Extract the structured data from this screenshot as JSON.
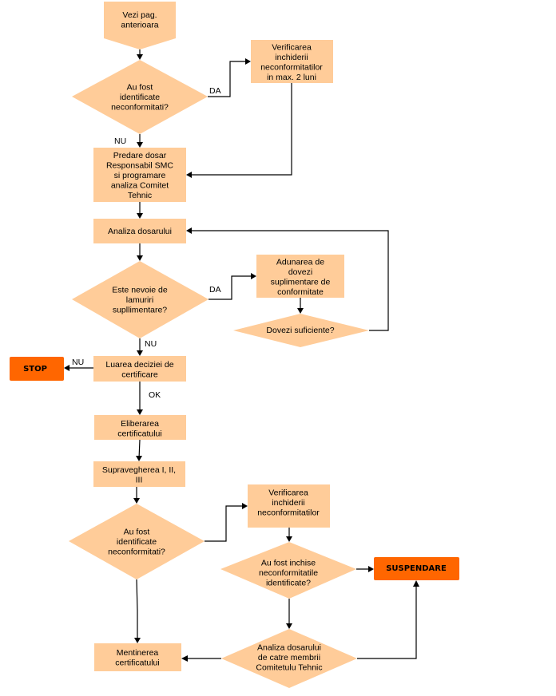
{
  "colors": {
    "process_fill": "#FFCC99",
    "terminal_fill": "#FF6600",
    "line": "#000000"
  },
  "nodes": {
    "start": {
      "type": "off-page-connector",
      "lines": [
        "Vezi pag.",
        "anterioara"
      ]
    },
    "q1": {
      "type": "decision",
      "lines": [
        "Au fost",
        "identificate",
        "neconformitati?"
      ]
    },
    "verif1": {
      "type": "process",
      "lines": [
        "Verificarea",
        "inchiderii",
        "neconformitatilor",
        "in max. 2 luni"
      ]
    },
    "predare": {
      "type": "process",
      "lines": [
        "Predare dosar",
        "Responsabil SMC",
        "si programare",
        "analiza Comitet",
        "Tehnic"
      ]
    },
    "analiza": {
      "type": "process",
      "lines": [
        "Analiza dosarului"
      ]
    },
    "q2": {
      "type": "decision",
      "lines": [
        "Este nevoie de",
        "lamuriri",
        "supllimentare?"
      ]
    },
    "adunare": {
      "type": "process",
      "lines": [
        "Adunarea de",
        "dovezi",
        "suplimentare de",
        "conformitate"
      ]
    },
    "q_dovezi": {
      "type": "decision",
      "lines": [
        "Dovezi suficiente?"
      ]
    },
    "decizie": {
      "type": "process",
      "lines": [
        "Luarea deciziei de",
        "certificare"
      ]
    },
    "stop": {
      "type": "terminal",
      "lines": [
        "STOP"
      ]
    },
    "eliberare": {
      "type": "process",
      "lines": [
        "Eliberarea",
        "certificatului"
      ]
    },
    "supraveghere": {
      "type": "process",
      "lines": [
        "Supravegherea I, II,",
        "III"
      ]
    },
    "q3": {
      "type": "decision",
      "lines": [
        "Au fost",
        "identificate",
        "neconformitati?"
      ]
    },
    "verif2": {
      "type": "process",
      "lines": [
        "Verificarea",
        "inchiderii",
        "neconformitatilor"
      ]
    },
    "q4": {
      "type": "decision",
      "lines": [
        "Au fost inchise",
        "neconformitatile",
        "identificate?"
      ]
    },
    "suspendare": {
      "type": "terminal",
      "lines": [
        "SUSPENDARE"
      ]
    },
    "q5": {
      "type": "decision",
      "lines": [
        "Analiza dosarului",
        "de catre membrii",
        "Comitetulu Tehnic"
      ]
    },
    "mentinere": {
      "type": "process",
      "lines": [
        "Mentinerea",
        "certificatului"
      ]
    }
  },
  "edge_labels": {
    "q1_da": "DA",
    "q1_nu": "NU",
    "q2_da": "DA",
    "q2_nu": "NU",
    "decizie_nu": "NU",
    "decizie_ok": "OK"
  }
}
